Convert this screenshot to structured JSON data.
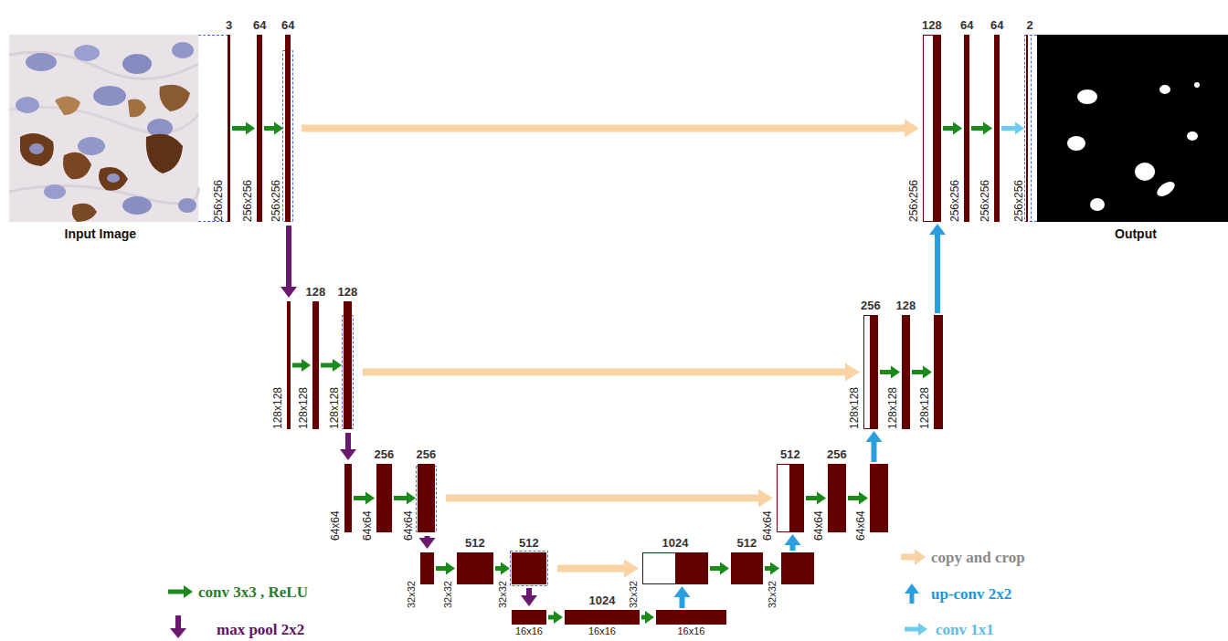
{
  "diagram": {
    "nodes": [
      {
        "text": [
          "3",
          "256x256"
        ]
      },
      {
        "text": [
          "64",
          "256x256"
        ]
      },
      {
        "text": [
          "64",
          "256x256"
        ]
      },
      {
        "text": [
          "128",
          "256x256"
        ]
      },
      {
        "text": [
          "64",
          "256x256"
        ]
      },
      {
        "text": [
          "64",
          "256x256"
        ]
      },
      {
        "text": [
          "2",
          "256x256"
        ]
      },
      {
        "text": [
          "128x128"
        ]
      },
      {
        "text": [
          "128",
          "128x128"
        ]
      },
      {
        "text": [
          "128",
          "128x128"
        ]
      },
      {
        "text": [
          "256",
          "128x128"
        ]
      },
      {
        "text": [
          "128",
          "128x128"
        ]
      },
      {
        "text": [
          "128x128"
        ]
      },
      {
        "text": [
          "64x64"
        ]
      },
      {
        "text": [
          "256",
          "64x64"
        ]
      },
      {
        "text": [
          "256",
          "64x64"
        ]
      },
      {
        "text": [
          "512",
          "64x64"
        ]
      },
      {
        "text": [
          "256",
          "64x64"
        ]
      },
      {
        "text": [
          "64x64"
        ]
      },
      {
        "text": [
          "32x32"
        ]
      },
      {
        "text": [
          "512",
          "32x32"
        ]
      },
      {
        "text": [
          "512",
          "32x32"
        ]
      },
      {
        "text": [
          "1024",
          "32x32"
        ]
      },
      {
        "text": [
          "512"
        ]
      },
      {
        "text": [
          "32x32"
        ]
      },
      {
        "text": [
          "16x16"
        ]
      },
      {
        "text": [
          "1024",
          "16x16"
        ]
      },
      {
        "text": [
          "16x16"
        ]
      }
    ],
    "edges": [
      {
        "from": 0,
        "to": 1,
        "arrow": "to"
      },
      {
        "from": 1,
        "to": 2,
        "arrow": "to"
      },
      {
        "from": 3,
        "to": 4,
        "arrow": "to"
      },
      {
        "from": 4,
        "to": 5,
        "arrow": "to"
      },
      {
        "from": 7,
        "to": 8,
        "arrow": "to"
      },
      {
        "from": 8,
        "to": 9,
        "arrow": "to"
      },
      {
        "from": 10,
        "to": 11,
        "arrow": "to"
      },
      {
        "from": 11,
        "to": 12,
        "arrow": "to"
      },
      {
        "from": 13,
        "to": 14,
        "arrow": "to"
      },
      {
        "from": 14,
        "to": 15,
        "arrow": "to"
      },
      {
        "from": 16,
        "to": 17,
        "arrow": "to"
      },
      {
        "from": 17,
        "to": 18,
        "arrow": "to"
      },
      {
        "from": 19,
        "to": 20,
        "arrow": "to"
      },
      {
        "from": 20,
        "to": 21,
        "arrow": "to"
      },
      {
        "from": 22,
        "to": 23,
        "arrow": "to"
      },
      {
        "from": 23,
        "to": 24,
        "arrow": "to"
      },
      {
        "from": 25,
        "to": 26,
        "arrow": "to"
      },
      {
        "from": 26,
        "to": 27,
        "arrow": "to"
      },
      {
        "from": 5,
        "to": 6,
        "arrow": "to"
      },
      {
        "from": 2,
        "to": 7,
        "arrow": "to"
      },
      {
        "from": 9,
        "to": 13,
        "arrow": "to"
      },
      {
        "from": 15,
        "to": 19,
        "arrow": "to"
      },
      {
        "from": 21,
        "to": 25,
        "arrow": "to"
      },
      {
        "from": 27,
        "to": 22,
        "arrow": "to"
      },
      {
        "from": 24,
        "to": 16,
        "arrow": "to"
      },
      {
        "from": 18,
        "to": 10,
        "arrow": "to"
      },
      {
        "from": 12,
        "to": 3,
        "arrow": "to"
      },
      {
        "from": 2,
        "to": 3,
        "arrow": "to"
      },
      {
        "from": 9,
        "to": 10,
        "arrow": "to"
      },
      {
        "from": 15,
        "to": 16,
        "arrow": "to"
      },
      {
        "from": 21,
        "to": 22,
        "arrow": "to"
      }
    ],
    "labels": [
      "Input Image",
      "Output"
    ],
    "legend": [
      {
        "text": "conv 3x3 , ReLU"
      },
      {
        "text": "max pool 2x2"
      },
      {
        "text": "copy and crop"
      },
      {
        "text": "up-conv 2x2"
      },
      {
        "text": "conv 1x1"
      }
    ]
  }
}
